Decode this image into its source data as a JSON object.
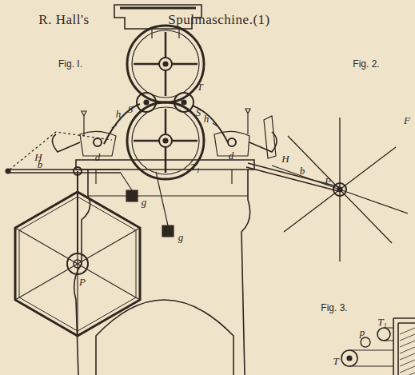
{
  "diagram": {
    "labels": [
      "R. Hall's",
      "Spulmaschine.(1)",
      "Fig. I.",
      "Fig. 2.",
      "T",
      "S",
      "S",
      "h",
      "h",
      "d",
      "d",
      "H",
      "H",
      "T₁",
      "b",
      "b",
      "g",
      "g",
      "P",
      "P",
      "F",
      "Fig. 3.",
      "T₁",
      "p",
      "T"
    ]
  }
}
